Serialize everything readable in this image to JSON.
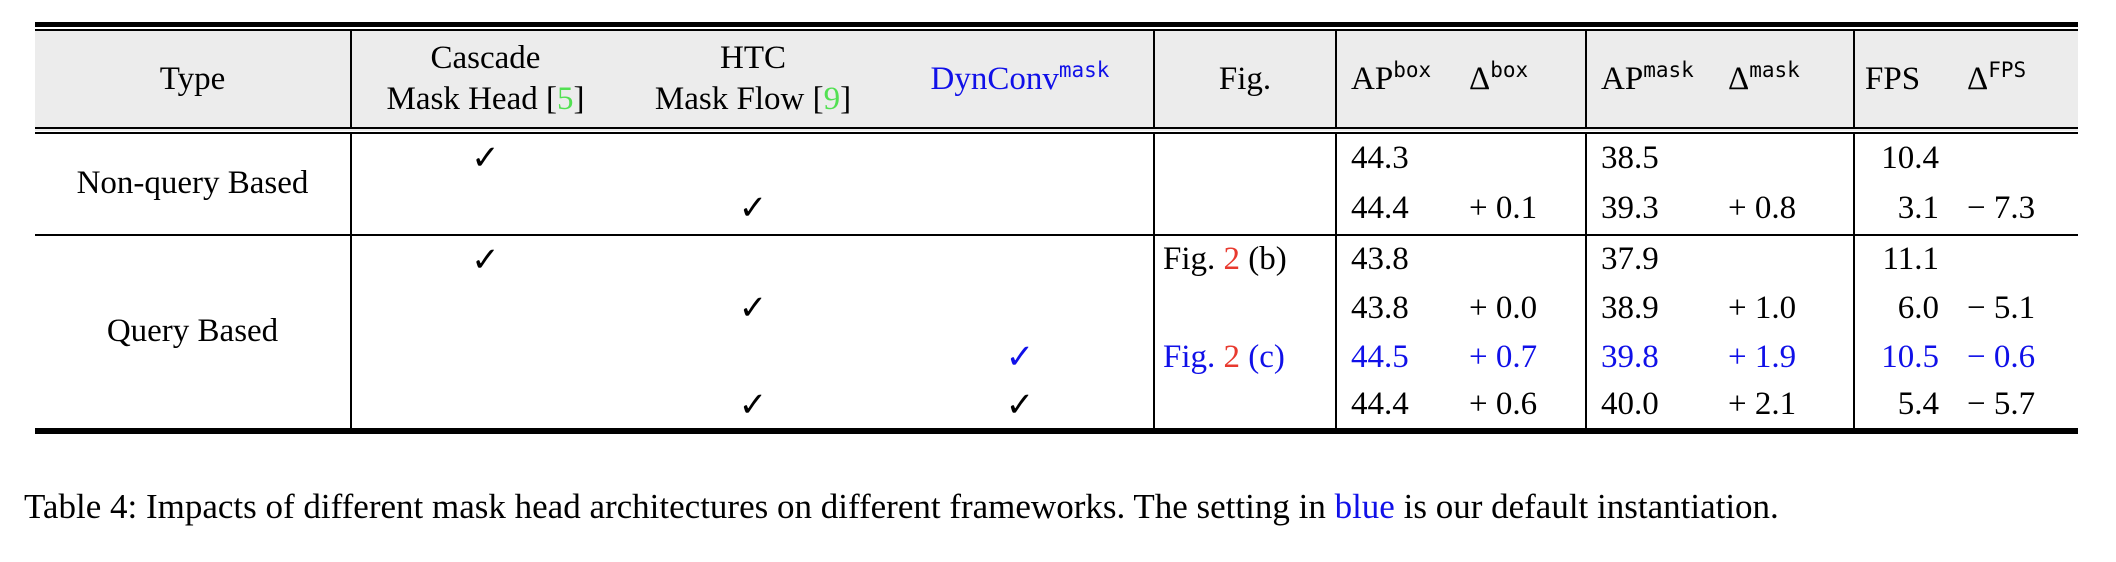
{
  "colors": {
    "accent_blue": "#1010e8",
    "ref_green": "#52e052",
    "fig_red": "#e8392e",
    "header_bg": "#ececec",
    "rule_black": "#000000"
  },
  "glyphs": {
    "check": "✓"
  },
  "header": {
    "type": "Type",
    "cascade": {
      "line1": "Cascade",
      "line2_pre": "Mask Head [",
      "ref": "5",
      "line2_post": "]"
    },
    "htc": {
      "line1": "HTC",
      "line2_pre": "Mask Flow [",
      "ref": "9",
      "line2_post": "]"
    },
    "dynconv": {
      "base": "DynConv",
      "sup": "mask"
    },
    "fig": "Fig.",
    "ap_box": {
      "base": "AP",
      "sup": "box"
    },
    "delta_box": {
      "base": "Δ",
      "sup": "box"
    },
    "ap_mask": {
      "base": "AP",
      "sup": "mask"
    },
    "delta_mask": {
      "base": "Δ",
      "sup": "mask"
    },
    "fps": "FPS",
    "delta_fps": {
      "base": "Δ",
      "sup": "FPS"
    }
  },
  "groups": {
    "nonquery": "Non-query Based",
    "query": "Query Based"
  },
  "rows": [
    {
      "cascade": "✓",
      "htc": "",
      "dynconv": "",
      "fig": {
        "pre": "",
        "num": "",
        "post": ""
      },
      "ap_box": "44.3",
      "d_box": "",
      "ap_mask": "38.5",
      "d_mask": "",
      "fps": "10.4",
      "d_fps": ""
    },
    {
      "cascade": "",
      "htc": "✓",
      "dynconv": "",
      "fig": {
        "pre": "",
        "num": "",
        "post": ""
      },
      "ap_box": "44.4",
      "d_box": "+ 0.1",
      "ap_mask": "39.3",
      "d_mask": "+ 0.8",
      "fps": "3.1",
      "d_fps": "− 7.3"
    },
    {
      "cascade": "✓",
      "htc": "",
      "dynconv": "",
      "fig": {
        "pre": "Fig. ",
        "num": "2",
        "post": " (b)"
      },
      "ap_box": "43.8",
      "d_box": "",
      "ap_mask": "37.9",
      "d_mask": "",
      "fps": "11.1",
      "d_fps": ""
    },
    {
      "cascade": "",
      "htc": "✓",
      "dynconv": "",
      "fig": {
        "pre": "",
        "num": "",
        "post": ""
      },
      "ap_box": "43.8",
      "d_box": "+ 0.0",
      "ap_mask": "38.9",
      "d_mask": "+ 1.0",
      "fps": "6.0",
      "d_fps": "− 5.1"
    },
    {
      "cascade": "",
      "htc": "",
      "dynconv": "✓",
      "fig": {
        "pre": "Fig. ",
        "num": "2",
        "post": " (c)"
      },
      "ap_box": "44.5",
      "d_box": "+ 0.7",
      "ap_mask": "39.8",
      "d_mask": "+ 1.9",
      "fps": "10.5",
      "d_fps": "− 0.6"
    },
    {
      "cascade": "",
      "htc": "✓",
      "dynconv": "✓",
      "fig": {
        "pre": "",
        "num": "",
        "post": ""
      },
      "ap_box": "44.4",
      "d_box": "+ 0.6",
      "ap_mask": "40.0",
      "d_mask": "+ 2.1",
      "fps": "5.4",
      "d_fps": "− 5.7"
    }
  ],
  "caption": {
    "label": "Table 4:",
    "text_before": " Impacts of different mask head architectures on different frameworks. The setting in ",
    "blue_word": "blue",
    "text_after": " is our default instantiation."
  }
}
